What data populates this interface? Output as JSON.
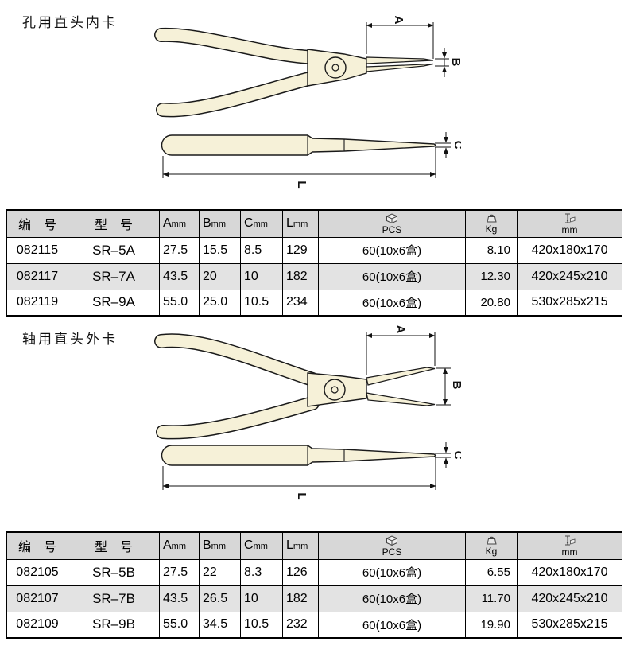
{
  "colors": {
    "plier_fill": "#f6f1d8",
    "outline": "#1a1a1a",
    "table_header_bg": "#d7d7d7",
    "table_alt_row_bg": "#e3e3e3"
  },
  "section1": {
    "title": "孔用直头内卡",
    "dims": {
      "a": "A",
      "b": "B",
      "c": "C",
      "l": "L"
    }
  },
  "section2": {
    "title": "轴用直头外卡",
    "dims": {
      "a": "A",
      "b": "B",
      "c": "C",
      "l": "L"
    }
  },
  "headers": {
    "part_no": "编　号",
    "model": "型　号",
    "a": "A",
    "b": "B",
    "c": "C",
    "l": "L",
    "unit": "mm",
    "pcs": "PCS",
    "kg": "Kg",
    "mm": "mm"
  },
  "table1": {
    "rows": [
      {
        "no": "082115",
        "model": "SR–5A",
        "a": "27.5",
        "b": "15.5",
        "c": "8.5",
        "l": "129",
        "pcs": "60(10x6盒)",
        "kg": "8.10",
        "size": "420x180x170"
      },
      {
        "no": "082117",
        "model": "SR–7A",
        "a": "43.5",
        "b": "20",
        "c": "10",
        "l": "182",
        "pcs": "60(10x6盒)",
        "kg": "12.30",
        "size": "420x245x210"
      },
      {
        "no": "082119",
        "model": "SR–9A",
        "a": "55.0",
        "b": "25.0",
        "c": "10.5",
        "l": "234",
        "pcs": "60(10x6盒)",
        "kg": "20.80",
        "size": "530x285x215"
      }
    ]
  },
  "table2": {
    "rows": [
      {
        "no": "082105",
        "model": "SR–5B",
        "a": "27.5",
        "b": "22",
        "c": "8.3",
        "l": "126",
        "pcs": "60(10x6盒)",
        "kg": "6.55",
        "size": "420x180x170"
      },
      {
        "no": "082107",
        "model": "SR–7B",
        "a": "43.5",
        "b": "26.5",
        "c": "10",
        "l": "182",
        "pcs": "60(10x6盒)",
        "kg": "11.70",
        "size": "420x245x210"
      },
      {
        "no": "082109",
        "model": "SR–9B",
        "a": "55.0",
        "b": "34.5",
        "c": "10.5",
        "l": "232",
        "pcs": "60(10x6盒)",
        "kg": "19.90",
        "size": "530x285x215"
      }
    ]
  }
}
